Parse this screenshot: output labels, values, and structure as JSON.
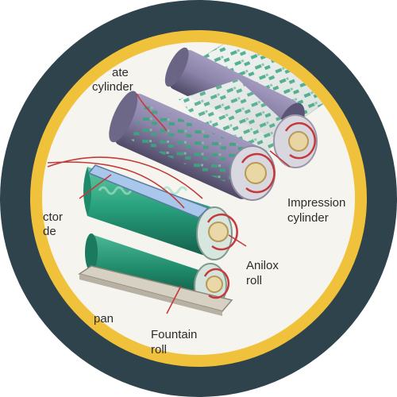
{
  "labels": {
    "plate_cylinder_a": "ate",
    "plate_cylinder_b": "cylinder",
    "doctor_blade_a": "ctor",
    "doctor_blade_b": "de",
    "impression_cylinder_a": "Impression",
    "impression_cylinder_b": "cylinder",
    "anilox_roll_a": "Anilox",
    "anilox_roll_b": "roll",
    "ink_pan": "pan",
    "fountain_roll_a": "Fountain",
    "fountain_roll_b": "roll"
  },
  "colors": {
    "ring": "#2f434d",
    "accent": "#f0c23c",
    "cylinder_purple": "#8c84a8",
    "roll_teal": "#2aa27e",
    "leader_red": "#c43a3a",
    "web": "#e7ecea"
  }
}
